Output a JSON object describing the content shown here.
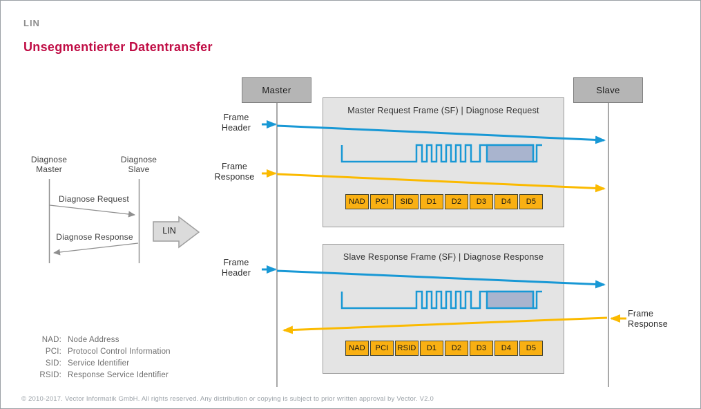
{
  "header": {
    "eyebrow": "LIN",
    "title": "Unsegmentierter Datentransfer"
  },
  "sequence": {
    "left_actor": {
      "line1": "Diagnose",
      "line2": "Master"
    },
    "right_actor": {
      "line1": "Diagnose",
      "line2": "Slave"
    },
    "request_label": "Diagnose Request",
    "response_label": "Diagnose Response",
    "transition_arrow_label": "LIN"
  },
  "nodes": {
    "master": "Master",
    "slave": "Slave"
  },
  "arrow_labels": {
    "header_top": "Frame Header",
    "response_top": "Frame Response",
    "header_bottom": "Frame Header",
    "response_bottom": "Frame Response"
  },
  "frames": [
    {
      "title": "Master Request Frame (SF) | Diagnose Request",
      "bytes": [
        "NAD",
        "PCI",
        "SID",
        "D1",
        "D2",
        "D3",
        "D4",
        "D5"
      ]
    },
    {
      "title": "Slave Response Frame (SF) | Diagnose Response",
      "bytes": [
        "NAD",
        "PCI",
        "RSID",
        "D1",
        "D2",
        "D3",
        "D4",
        "D5"
      ]
    }
  ],
  "legend": [
    {
      "abbr": "NAD:",
      "text": "Node Address"
    },
    {
      "abbr": "PCI:",
      "text": "Protocol Control Information"
    },
    {
      "abbr": "SID:",
      "text": "Service Identifier"
    },
    {
      "abbr": "RSID:",
      "text": "Response Service Identifier"
    }
  ],
  "footer": "© 2010-2017. Vector Informatik GmbH. All rights reserved. Any distribution or copying is subject to prior written approval by Vector. V2.0",
  "colors": {
    "accent_blue": "#1898D5",
    "accent_yellow": "#FBBA00",
    "title_red": "#C00D45",
    "byte_fill": "#F9B013",
    "signal_data_fill": "#A9B4CE",
    "frame_bg": "#E4E4E4",
    "node_bg": "#B5B5B5"
  }
}
